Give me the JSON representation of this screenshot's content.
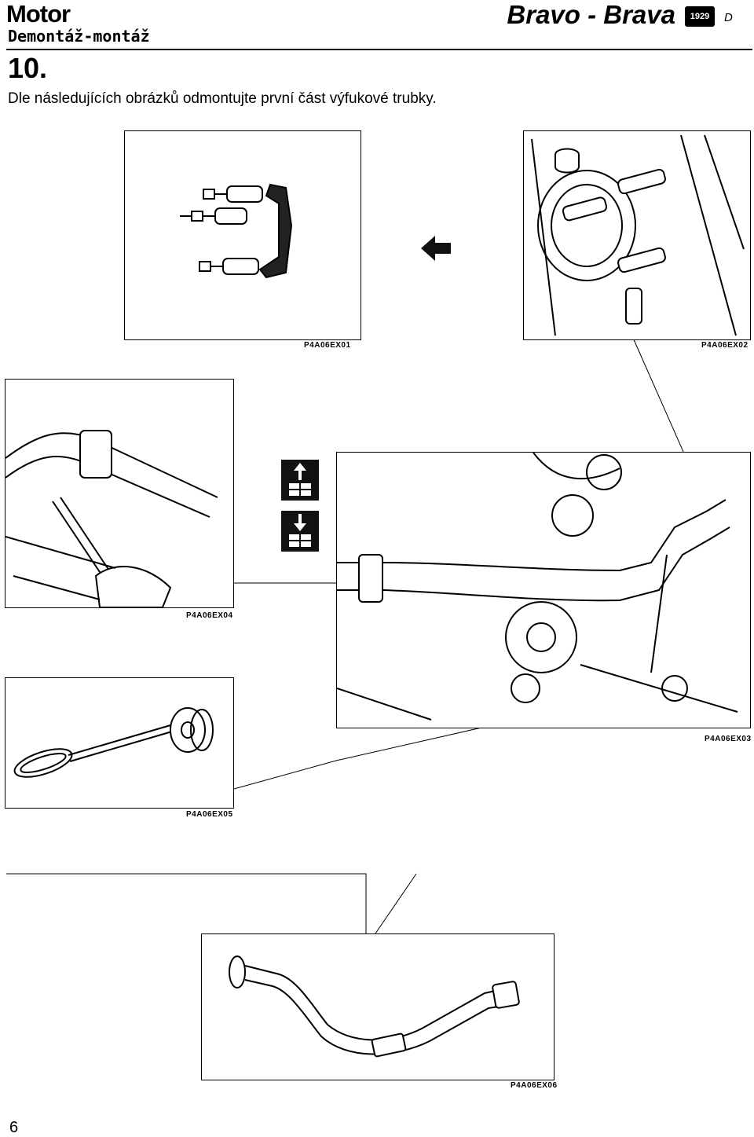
{
  "header": {
    "section": "Motor",
    "subsection": "Demontáž-montáž",
    "model": "Bravo - Brava",
    "badge": "1929",
    "badge_suffix": "D"
  },
  "step": {
    "number": "10.",
    "instruction": "Dle následujících obrázků odmontujte první část výfukové trubky."
  },
  "figures": [
    {
      "code": "P4A06EX01",
      "icon": "exhaust-flange-nuts-illustration"
    },
    {
      "code": "P4A06EX02",
      "icon": "manifold-studs-illustration"
    },
    {
      "code": "P4A06EX04",
      "icon": "bracket-wrench-illustration"
    },
    {
      "code": "P4A06EX03",
      "icon": "exhaust-pipe-underbody-illustration"
    },
    {
      "code": "P4A06EX05",
      "icon": "rubber-mount-strap-illustration"
    },
    {
      "code": "P4A06EX06",
      "icon": "front-exhaust-pipe-illustration"
    }
  ],
  "symbols": [
    {
      "icon": "arrow-left-icon"
    },
    {
      "icon": "lift-up-icon"
    },
    {
      "icon": "lift-down-icon"
    }
  ],
  "footer": {
    "page": "6"
  }
}
